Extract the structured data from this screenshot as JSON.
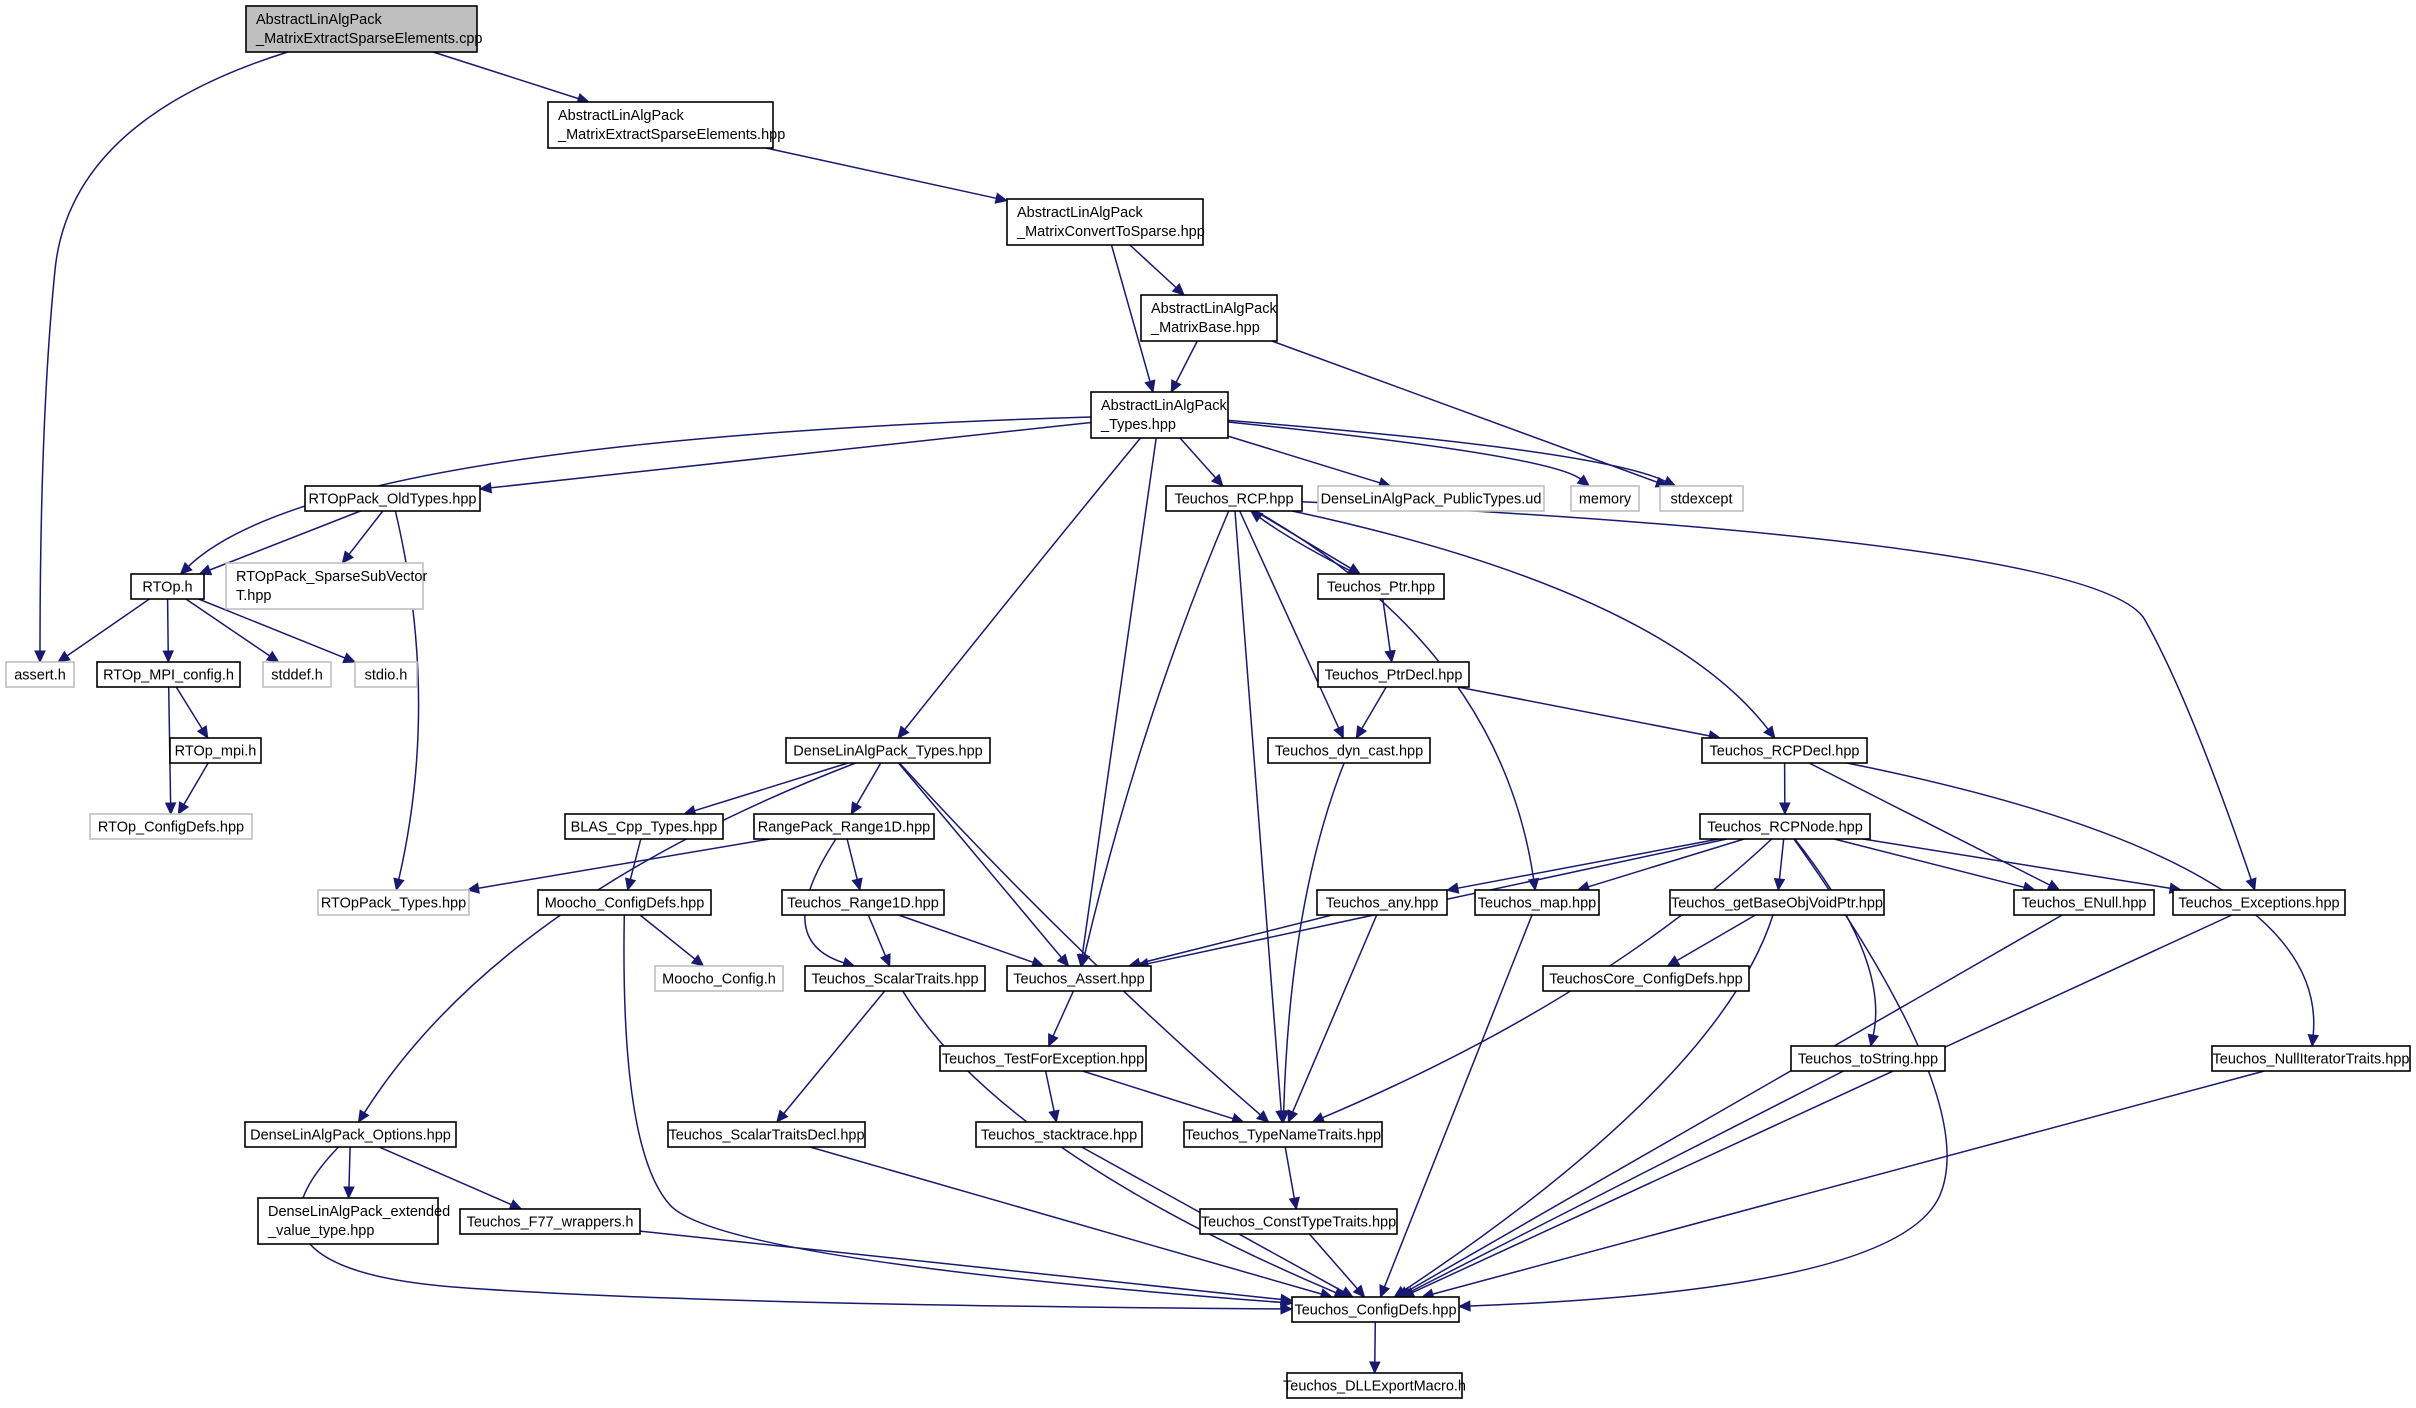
{
  "colors": {
    "edge": "#191970",
    "node_border": "#000000",
    "external_border": "#bfbfbf",
    "root_fill": "#bfbfbf",
    "node_fill": "#ffffff"
  },
  "nodes": {
    "n_cpp": {
      "lines": [
        "AbstractLinAlgPack",
        "_MatrixExtractSparseElements.cpp"
      ],
      "kind": "root"
    },
    "n_hpp": {
      "lines": [
        "AbstractLinAlgPack",
        "_MatrixExtractSparseElements.hpp"
      ],
      "kind": "file"
    },
    "n_conv": {
      "lines": [
        "AbstractLinAlgPack",
        "_MatrixConvertToSparse.hpp"
      ],
      "kind": "file"
    },
    "n_mbase": {
      "lines": [
        "AbstractLinAlgPack",
        "_MatrixBase.hpp"
      ],
      "kind": "file"
    },
    "n_types": {
      "lines": [
        "AbstractLinAlgPack",
        "_Types.hpp"
      ],
      "kind": "file"
    },
    "n_rtopold": {
      "lines": [
        "RTOpPack_OldTypes.hpp"
      ],
      "kind": "file"
    },
    "n_rcp": {
      "lines": [
        "Teuchos_RCP.hpp"
      ],
      "kind": "file"
    },
    "n_dlapub": {
      "lines": [
        "DenseLinAlgPack_PublicTypes.ud"
      ],
      "kind": "external"
    },
    "n_memory": {
      "lines": [
        "memory"
      ],
      "kind": "external"
    },
    "n_stdexcept": {
      "lines": [
        "stdexcept"
      ],
      "kind": "external"
    },
    "n_rtoph": {
      "lines": [
        "RTOp.h"
      ],
      "kind": "file"
    },
    "n_sparsesub": {
      "lines": [
        "RTOpPack_SparseSubVector",
        "T.hpp"
      ],
      "kind": "external"
    },
    "n_ptr": {
      "lines": [
        "Teuchos_Ptr.hpp"
      ],
      "kind": "file"
    },
    "n_assert_h": {
      "lines": [
        "assert.h"
      ],
      "kind": "external"
    },
    "n_mpiconf": {
      "lines": [
        "RTOp_MPI_config.h"
      ],
      "kind": "file"
    },
    "n_stddef": {
      "lines": [
        "stddef.h"
      ],
      "kind": "external"
    },
    "n_stdio": {
      "lines": [
        "stdio.h"
      ],
      "kind": "external"
    },
    "n_ptrdecl": {
      "lines": [
        "Teuchos_PtrDecl.hpp"
      ],
      "kind": "file"
    },
    "n_mpih": {
      "lines": [
        "RTOp_mpi.h"
      ],
      "kind": "file"
    },
    "n_dlatypes": {
      "lines": [
        "DenseLinAlgPack_Types.hpp"
      ],
      "kind": "file"
    },
    "n_dyncast": {
      "lines": [
        "Teuchos_dyn_cast.hpp"
      ],
      "kind": "file"
    },
    "n_rcpdecl": {
      "lines": [
        "Teuchos_RCPDecl.hpp"
      ],
      "kind": "file"
    },
    "n_rtopconf": {
      "lines": [
        "RTOp_ConfigDefs.hpp"
      ],
      "kind": "external"
    },
    "n_blas": {
      "lines": [
        "BLAS_Cpp_Types.hpp"
      ],
      "kind": "file"
    },
    "n_range1d": {
      "lines": [
        "RangePack_Range1D.hpp"
      ],
      "kind": "file"
    },
    "n_rcpnode": {
      "lines": [
        "Teuchos_RCPNode.hpp"
      ],
      "kind": "file"
    },
    "n_rtoptypes": {
      "lines": [
        "RTOpPack_Types.hpp"
      ],
      "kind": "external"
    },
    "n_mooconf": {
      "lines": [
        "Moocho_ConfigDefs.hpp"
      ],
      "kind": "file"
    },
    "n_trange1d": {
      "lines": [
        "Teuchos_Range1D.hpp"
      ],
      "kind": "file"
    },
    "n_any": {
      "lines": [
        "Teuchos_any.hpp"
      ],
      "kind": "file"
    },
    "n_map": {
      "lines": [
        "Teuchos_map.hpp"
      ],
      "kind": "file"
    },
    "n_getbase": {
      "lines": [
        "Teuchos_getBaseObjVoidPtr.hpp"
      ],
      "kind": "file"
    },
    "n_enull": {
      "lines": [
        "Teuchos_ENull.hpp"
      ],
      "kind": "file"
    },
    "n_except": {
      "lines": [
        "Teuchos_Exceptions.hpp"
      ],
      "kind": "file"
    },
    "n_mooconfh": {
      "lines": [
        "Moocho_Config.h"
      ],
      "kind": "external"
    },
    "n_scalar": {
      "lines": [
        "Teuchos_ScalarTraits.hpp"
      ],
      "kind": "file"
    },
    "n_tassert": {
      "lines": [
        "Teuchos_Assert.hpp"
      ],
      "kind": "file"
    },
    "n_coreconf": {
      "lines": [
        "TeuchosCore_ConfigDefs.hpp"
      ],
      "kind": "file"
    },
    "n_testfor": {
      "lines": [
        "Teuchos_TestForException.hpp"
      ],
      "kind": "file"
    },
    "n_tostring": {
      "lines": [
        "Teuchos_toString.hpp"
      ],
      "kind": "file"
    },
    "n_nulliter": {
      "lines": [
        "Teuchos_NullIteratorTraits.hpp"
      ],
      "kind": "file"
    },
    "n_dlaopts": {
      "lines": [
        "DenseLinAlgPack_Options.hpp"
      ],
      "kind": "file"
    },
    "n_scalardecl": {
      "lines": [
        "Teuchos_ScalarTraitsDecl.hpp"
      ],
      "kind": "file"
    },
    "n_stack": {
      "lines": [
        "Teuchos_stacktrace.hpp"
      ],
      "kind": "file"
    },
    "n_typename": {
      "lines": [
        "Teuchos_TypeNameTraits.hpp"
      ],
      "kind": "file"
    },
    "n_dlaext": {
      "lines": [
        "DenseLinAlgPack_extended",
        "_value_type.hpp"
      ],
      "kind": "file"
    },
    "n_f77": {
      "lines": [
        "Teuchos_F77_wrappers.h"
      ],
      "kind": "file"
    },
    "n_consttype": {
      "lines": [
        "Teuchos_ConstTypeTraits.hpp"
      ],
      "kind": "file"
    },
    "n_tconf": {
      "lines": [
        "Teuchos_ConfigDefs.hpp"
      ],
      "kind": "file"
    },
    "n_dll": {
      "lines": [
        "Teuchos_DLLExportMacro.h"
      ],
      "kind": "file"
    }
  },
  "edges": [
    [
      "n_cpp",
      "n_hpp"
    ],
    [
      "n_cpp",
      "n_assert_h"
    ],
    [
      "n_hpp",
      "n_conv"
    ],
    [
      "n_conv",
      "n_mbase"
    ],
    [
      "n_conv",
      "n_types"
    ],
    [
      "n_mbase",
      "n_types"
    ],
    [
      "n_mbase",
      "n_stdexcept"
    ],
    [
      "n_types",
      "n_rtopold"
    ],
    [
      "n_types",
      "n_rtoph"
    ],
    [
      "n_types",
      "n_rcp"
    ],
    [
      "n_types",
      "n_dlapub"
    ],
    [
      "n_types",
      "n_memory"
    ],
    [
      "n_types",
      "n_stdexcept"
    ],
    [
      "n_types",
      "n_dlatypes"
    ],
    [
      "n_types",
      "n_tassert"
    ],
    [
      "n_rtopold",
      "n_rtoph"
    ],
    [
      "n_rtopold",
      "n_sparsesub"
    ],
    [
      "n_rtopold",
      "n_rtoptypes"
    ],
    [
      "n_rtoph",
      "n_assert_h"
    ],
    [
      "n_rtoph",
      "n_mpiconf"
    ],
    [
      "n_rtoph",
      "n_stddef"
    ],
    [
      "n_rtoph",
      "n_stdio"
    ],
    [
      "n_mpiconf",
      "n_mpih"
    ],
    [
      "n_mpiconf",
      "n_rtopconf"
    ],
    [
      "n_mpih",
      "n_rtopconf"
    ],
    [
      "n_rcp",
      "n_ptr"
    ],
    [
      "n_rcp",
      "n_dyncast"
    ],
    [
      "n_rcp",
      "n_rcpdecl"
    ],
    [
      "n_rcp",
      "n_map"
    ],
    [
      "n_rcp",
      "n_except"
    ],
    [
      "n_rcp",
      "n_tassert"
    ],
    [
      "n_rcp",
      "n_typename"
    ],
    [
      "n_ptr",
      "n_rcp"
    ],
    [
      "n_ptr",
      "n_ptrdecl"
    ],
    [
      "n_ptrdecl",
      "n_dyncast"
    ],
    [
      "n_ptrdecl",
      "n_rcpdecl"
    ],
    [
      "n_dyncast",
      "n_typename"
    ],
    [
      "n_rcpdecl",
      "n_rcpnode"
    ],
    [
      "n_rcpdecl",
      "n_enull"
    ],
    [
      "n_rcpdecl",
      "n_nulliter"
    ],
    [
      "n_dlatypes",
      "n_blas"
    ],
    [
      "n_dlatypes",
      "n_range1d"
    ],
    [
      "n_dlatypes",
      "n_dlaopts"
    ],
    [
      "n_dlatypes",
      "n_tassert"
    ],
    [
      "n_dlatypes",
      "n_typename"
    ],
    [
      "n_blas",
      "n_mooconf"
    ],
    [
      "n_range1d",
      "n_rtoptypes"
    ],
    [
      "n_range1d",
      "n_trange1d"
    ],
    [
      "n_range1d",
      "n_scalar"
    ],
    [
      "n_trange1d",
      "n_scalar"
    ],
    [
      "n_trange1d",
      "n_tassert"
    ],
    [
      "n_mooconf",
      "n_mooconfh"
    ],
    [
      "n_mooconf",
      "n_tconf"
    ],
    [
      "n_rcpnode",
      "n_any"
    ],
    [
      "n_rcpnode",
      "n_map"
    ],
    [
      "n_rcpnode",
      "n_getbase"
    ],
    [
      "n_rcpnode",
      "n_enull"
    ],
    [
      "n_rcpnode",
      "n_except"
    ],
    [
      "n_rcpnode",
      "n_tostring"
    ],
    [
      "n_rcpnode",
      "n_tassert"
    ],
    [
      "n_rcpnode",
      "n_typename"
    ],
    [
      "n_rcpnode",
      "n_tconf"
    ],
    [
      "n_any",
      "n_tassert"
    ],
    [
      "n_any",
      "n_typename"
    ],
    [
      "n_map",
      "n_tconf"
    ],
    [
      "n_getbase",
      "n_coreconf"
    ],
    [
      "n_getbase",
      "n_tconf"
    ],
    [
      "n_enull",
      "n_tconf"
    ],
    [
      "n_except",
      "n_tconf"
    ],
    [
      "n_scalar",
      "n_scalardecl"
    ],
    [
      "n_scalar",
      "n_tconf"
    ],
    [
      "n_tassert",
      "n_testfor"
    ],
    [
      "n_testfor",
      "n_stack"
    ],
    [
      "n_testfor",
      "n_typename"
    ],
    [
      "n_tostring",
      "n_tconf"
    ],
    [
      "n_nulliter",
      "n_tconf"
    ],
    [
      "n_dlaopts",
      "n_dlaext"
    ],
    [
      "n_dlaopts",
      "n_f77"
    ],
    [
      "n_dlaopts",
      "n_tconf"
    ],
    [
      "n_scalardecl",
      "n_tconf"
    ],
    [
      "n_stack",
      "n_tconf"
    ],
    [
      "n_typename",
      "n_consttype"
    ],
    [
      "n_consttype",
      "n_tconf"
    ],
    [
      "n_f77",
      "n_tconf"
    ],
    [
      "n_tconf",
      "n_dll"
    ]
  ]
}
